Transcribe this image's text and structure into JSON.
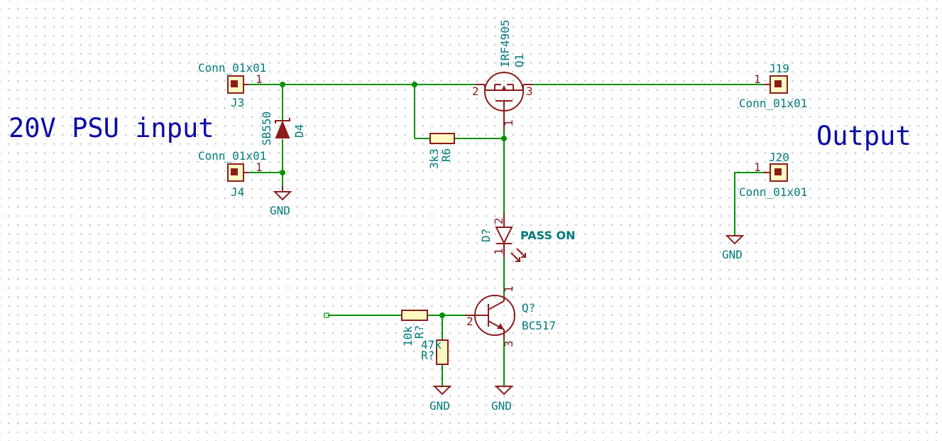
{
  "notes": {
    "psu_input": "20V PSU input",
    "output": "Output"
  },
  "components": {
    "j3": {
      "ref": "J3",
      "value": "Conn_01x01",
      "pin": "1"
    },
    "j4": {
      "ref": "J4",
      "value": "Conn_01x01",
      "pin": "1"
    },
    "j19": {
      "ref": "J19",
      "value": "Conn_01x01",
      "pin": "1"
    },
    "j20": {
      "ref": "J20",
      "value": "Conn_01x01",
      "pin": "1"
    },
    "d4": {
      "ref": "D4",
      "value": "SB550"
    },
    "q1": {
      "ref": "Q1",
      "value": "IRF4905",
      "pin_gate": "1",
      "pin_source": "2",
      "pin_drain": "3"
    },
    "r6": {
      "ref": "R6",
      "value": "3k3"
    },
    "led": {
      "ref": "D?",
      "value": "PASS ON",
      "pin_anode": "2",
      "pin_cathode": "1"
    },
    "q2": {
      "ref": "Q?",
      "value": "BC517",
      "pin_c": "1",
      "pin_b": "2",
      "pin_e": "3"
    },
    "r_base": {
      "ref": "R?",
      "value": "10k"
    },
    "r_pulldn": {
      "ref": "R?",
      "value": "47k"
    }
  },
  "power": {
    "gnd_label": "GND"
  },
  "colors": {
    "wire": "#009200",
    "component": "#8c1c1c",
    "component_fill": "#fff9c4",
    "label": "#007b7b",
    "note": "#0a0aa8",
    "grid_dot": "#b9b9b9"
  }
}
